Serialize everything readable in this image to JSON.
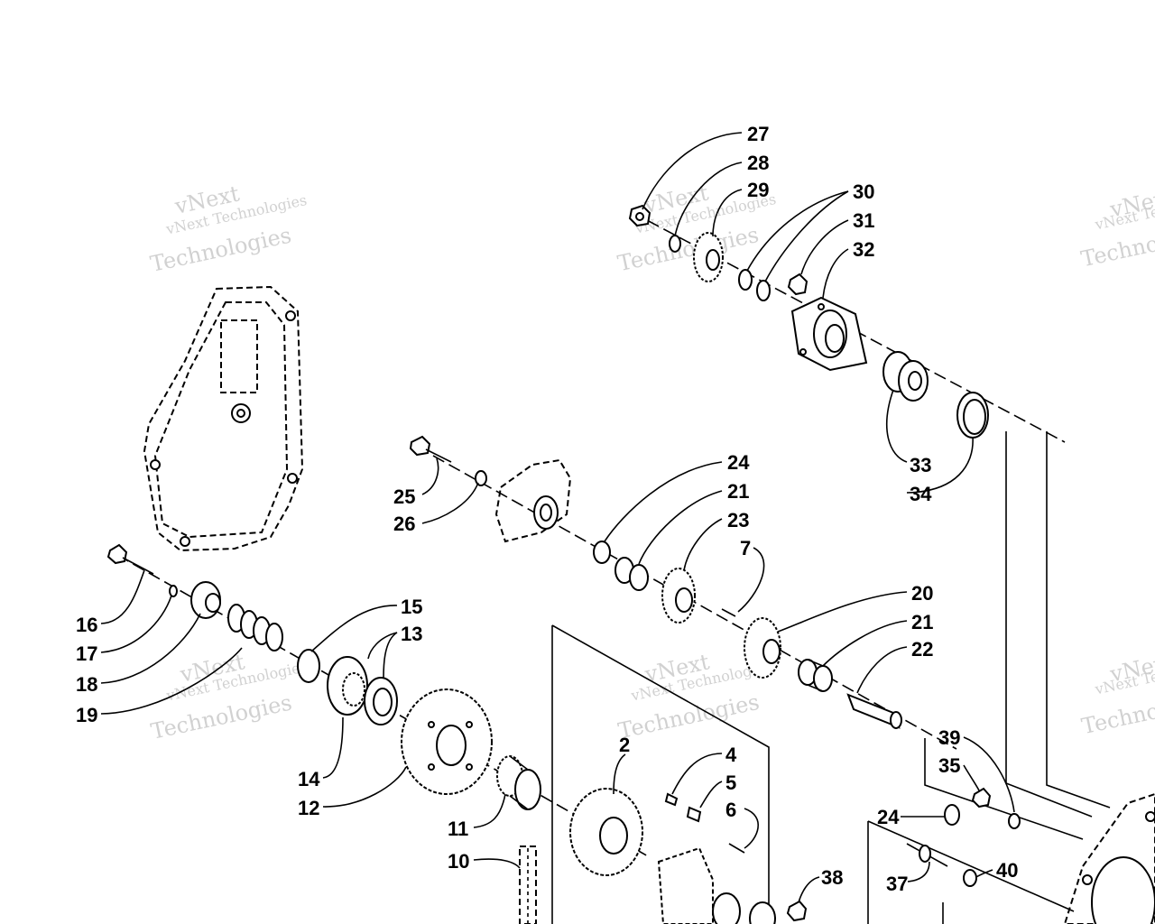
{
  "watermarks": [
    {
      "line1": "vNext",
      "line2": "vNext Technologies",
      "line3": "Technologies"
    },
    {
      "line1": "vNext",
      "line2": "vNext Technologies",
      "line3": "Technologies"
    },
    {
      "line1": "vNext",
      "line2": "vNext Technologies",
      "line3": "Technologies"
    },
    {
      "line1": "vNext",
      "line2": "vNext Technologies",
      "line3": "Technologies"
    },
    {
      "line1": "vNext",
      "line2": "vNext Technologies",
      "line3": "Technologies"
    },
    {
      "line1": "vNext",
      "line2": "vNext Technologies",
      "line3": "Technologies"
    }
  ],
  "callouts": {
    "c27": "27",
    "c28": "28",
    "c29": "29",
    "c30": "30",
    "c31": "31",
    "c32": "32",
    "c33": "33",
    "c34": "34",
    "c24a": "24",
    "c21a": "21",
    "c23": "23",
    "c7": "7",
    "c25": "25",
    "c26": "26",
    "c20": "20",
    "c21b": "21",
    "c22": "22",
    "c15": "15",
    "c13": "13",
    "c16": "16",
    "c17": "17",
    "c18": "18",
    "c19": "19",
    "c14": "14",
    "c12": "12",
    "c11": "11",
    "c10": "10",
    "c2": "2",
    "c4": "4",
    "c5": "5",
    "c6": "6",
    "c39": "39",
    "c35": "35",
    "c24b": "24",
    "c37": "37",
    "c40": "40",
    "c38": "38"
  }
}
